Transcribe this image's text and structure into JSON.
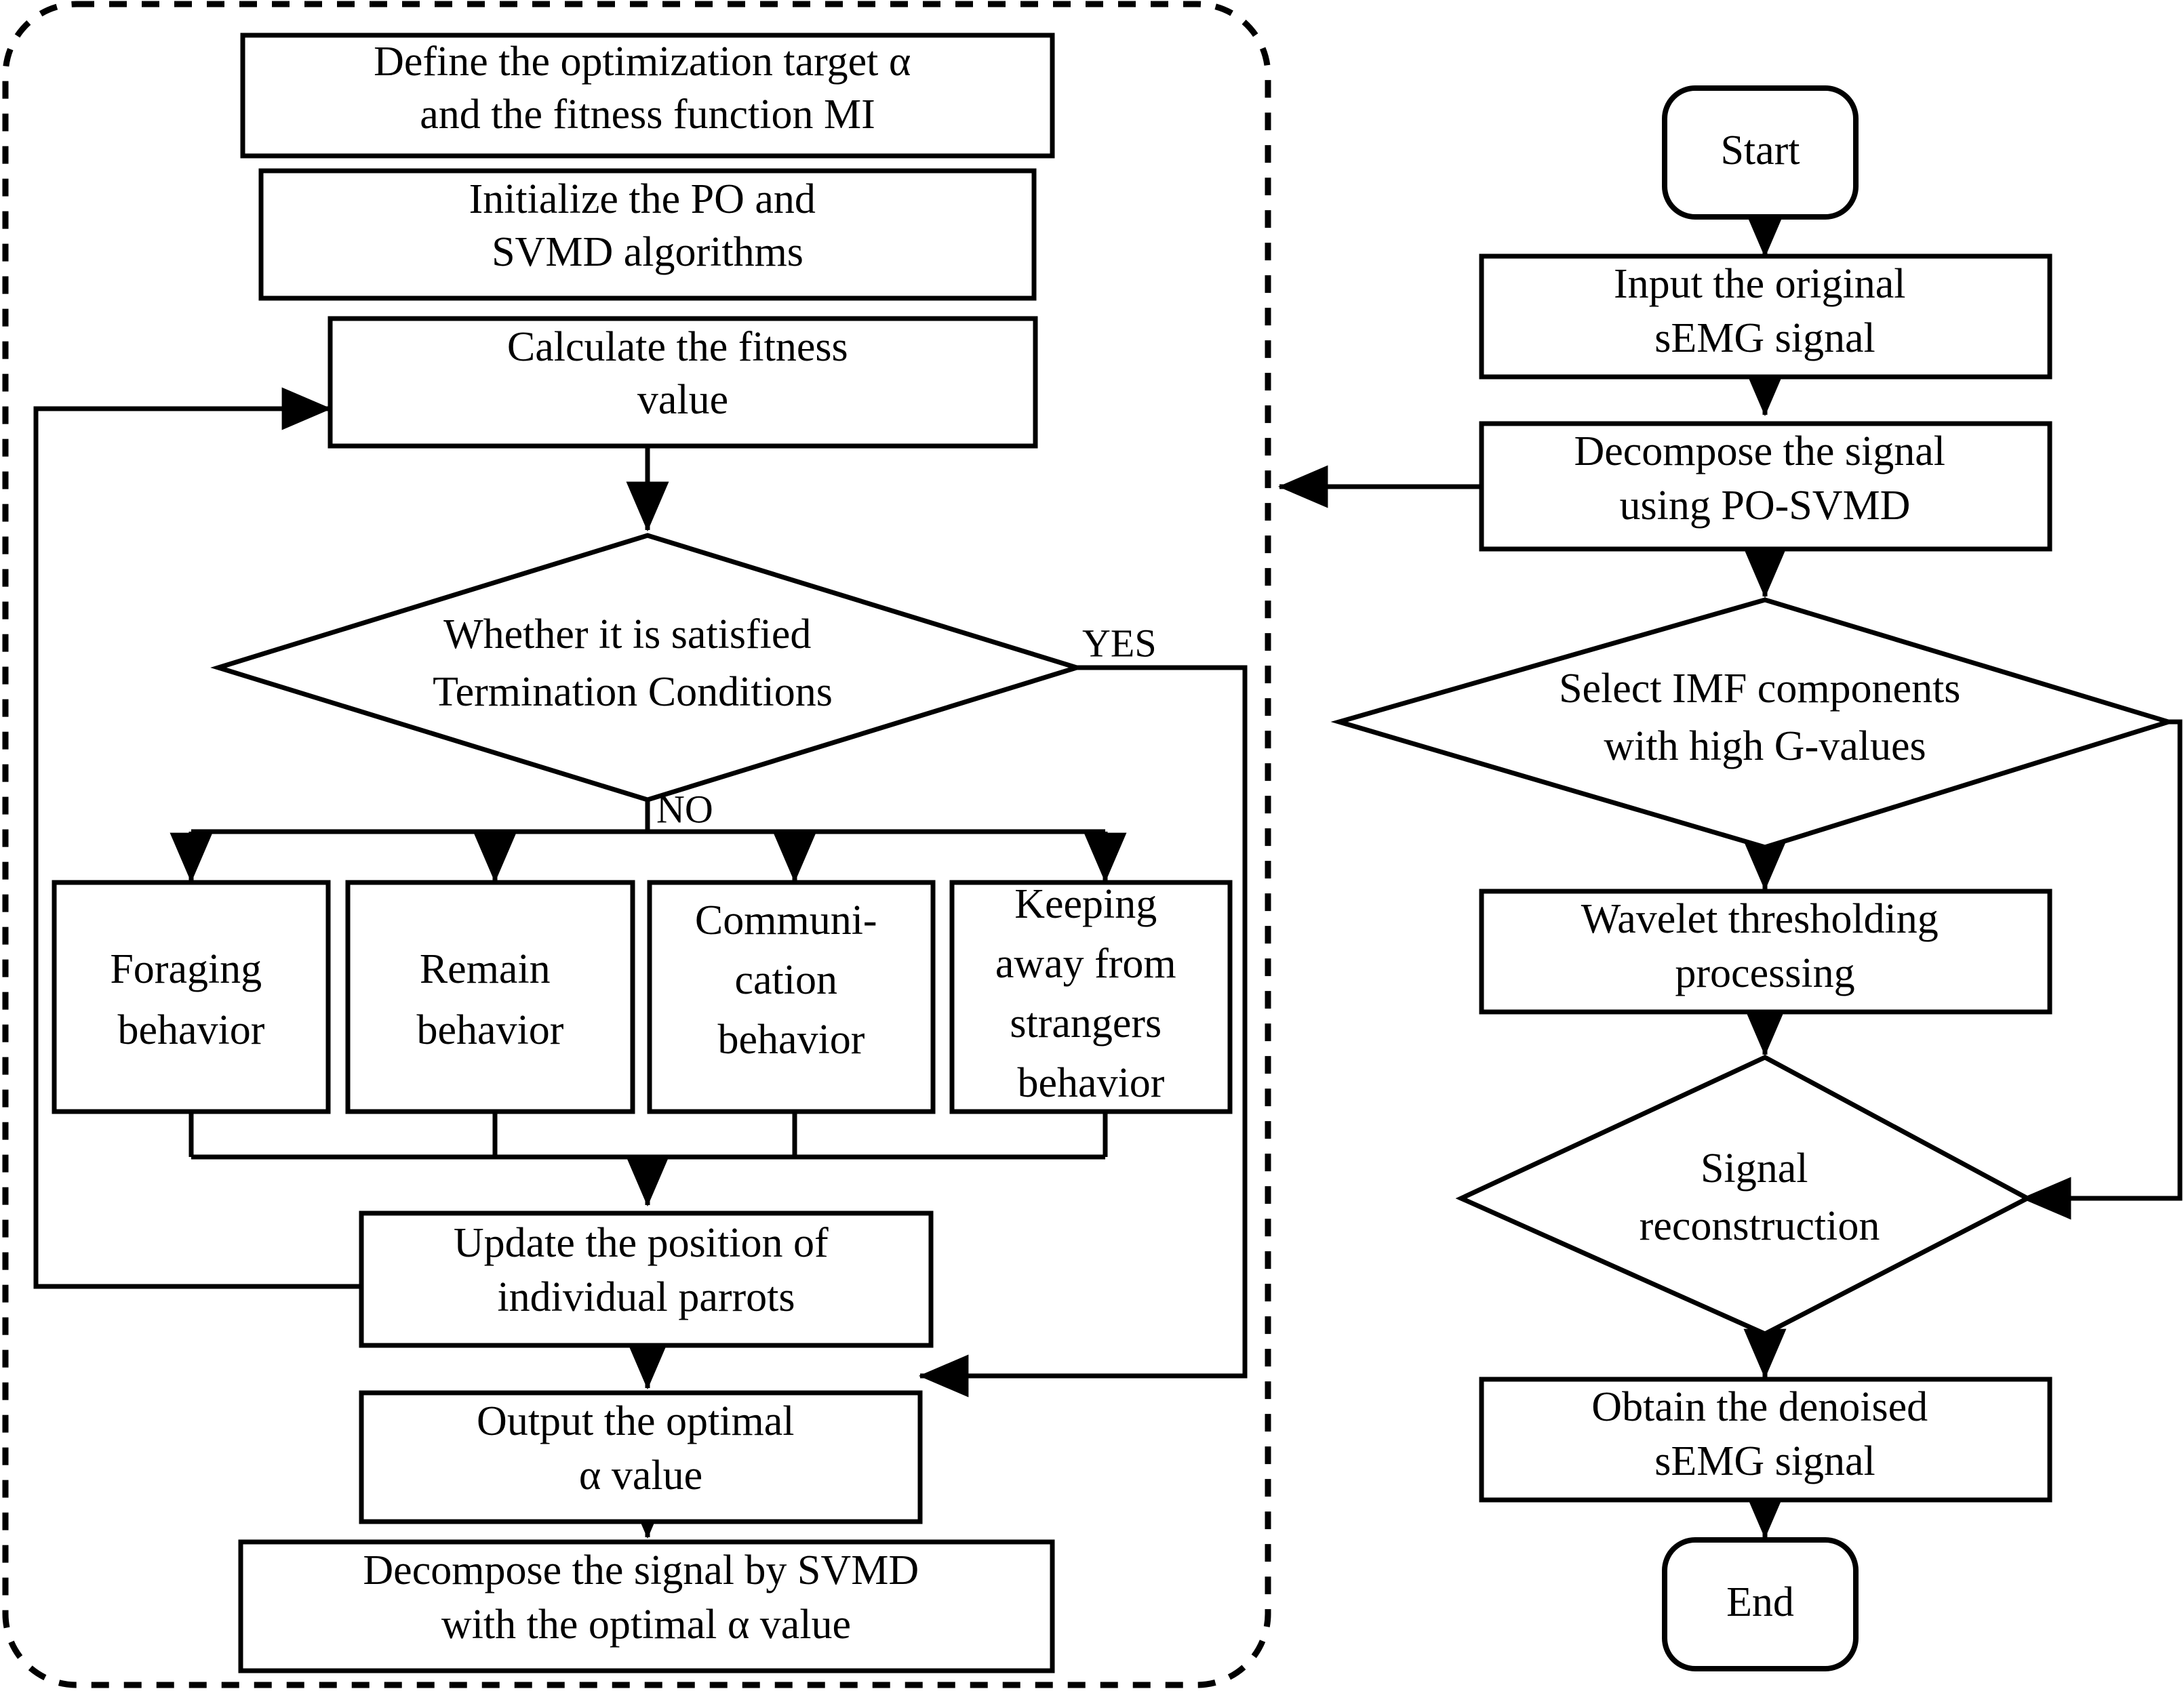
{
  "diagram": {
    "title": "PO-SVMD sEMG signal denoising flowchart",
    "dashed_group_label": "",
    "left_column": {
      "nodes": [
        {
          "id": "define-target",
          "label": "Define the optimization target α\nand the fitness function MI",
          "shape": "process"
        },
        {
          "id": "initialize",
          "label": "Initialize the PO and\nSVMD algorithms",
          "shape": "process"
        },
        {
          "id": "calc-fitness",
          "label": "Calculate the fitness\nvalue",
          "shape": "process"
        },
        {
          "id": "termination-check",
          "label": "Whether it is satisfied\nTermination Conditions",
          "shape": "decision"
        },
        {
          "id": "foraging",
          "label": "Foraging\nbehavior",
          "shape": "process"
        },
        {
          "id": "remain",
          "label": "Remain\nbehavior",
          "shape": "process"
        },
        {
          "id": "communication",
          "label": "Communi-\ncation\nbehavior",
          "shape": "process"
        },
        {
          "id": "keeping-away",
          "label": "Keeping\naway from\nstrangers\nbehavior",
          "shape": "process"
        },
        {
          "id": "update-position",
          "label": "Update the position of\nindividual parrots",
          "shape": "process"
        },
        {
          "id": "output-optimal",
          "label": "Output the optimal\nα value",
          "shape": "process"
        },
        {
          "id": "decompose-svmd",
          "label": "Decompose the signal by SVMD\nwith the optimal α value",
          "shape": "process"
        }
      ],
      "edge_labels": {
        "yes": "YES",
        "no": "NO"
      }
    },
    "right_column": {
      "nodes": [
        {
          "id": "start",
          "label": "Start",
          "shape": "terminator"
        },
        {
          "id": "input-semg",
          "label": "Input the original\nsEMG signal",
          "shape": "process"
        },
        {
          "id": "decompose-posvmd",
          "label": "Decompose the signal\nusing PO-SVMD",
          "shape": "process"
        },
        {
          "id": "select-imf",
          "label": "Select IMF components\nwith high G-values",
          "shape": "decision"
        },
        {
          "id": "wavelet-threshold",
          "label": "Wavelet thresholding\nprocessing",
          "shape": "process"
        },
        {
          "id": "signal-reconstruct",
          "label": "Signal\nreconstruction",
          "shape": "decision"
        },
        {
          "id": "obtain-denoised",
          "label": "Obtain the denoised\nsEMG signal",
          "shape": "process"
        },
        {
          "id": "end",
          "label": "End",
          "shape": "terminator"
        }
      ]
    },
    "colors": {
      "stroke": "#000000",
      "fill": "#ffffff",
      "text": "#000000"
    }
  }
}
